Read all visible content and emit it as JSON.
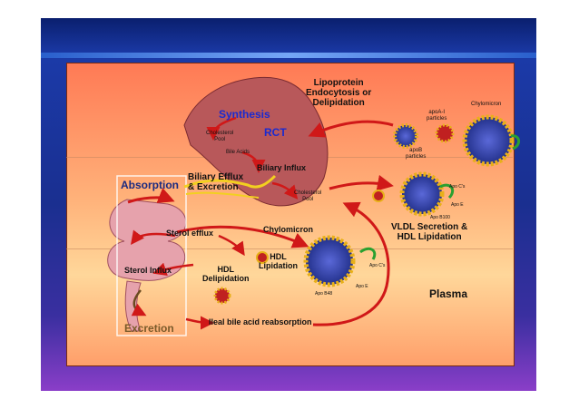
{
  "labels": {
    "lipoprotein": "Lipoprotein\nEndocytosis or\nDelipidation",
    "synthesis": "Synthesis",
    "rct": "RCT",
    "cholesterol_pool_top": "Cholesterol\nPool",
    "bile_acids": "Bile Acids",
    "biliary_influx": "Biliary Influx",
    "biliary_efflux": "Biliary Efflux\n& Excretion",
    "absorption": "Absorption",
    "cholesterol_pool_liver": "Cholesterol\nPool",
    "apoa1": "apoA-I\nparticles",
    "apob": "apoB\nparticles",
    "chylomicron_top": "Chylomicron",
    "apo_cs_1": "Apo C's",
    "apo_e_1": "Apo E",
    "apo_b100": "Apo B100",
    "vldl": "VLDL Secretion &\nHDL Lipidation",
    "sterol_efflux": "Sterol  efflux",
    "chylomicron_mid": "Chylomicron",
    "hdl_lipidation": "HDL\nLipidation",
    "hdl_delipidation": "HDL\nDelipidation",
    "sterol_influx": "Sterol Influx",
    "apo_cs_2": "Apo C's",
    "apo_b48": "Apo B48",
    "apo_e_2": "Apo E",
    "plasma": "Plasma",
    "excretion": "Excretion",
    "ileal": "Ileal bile acid reabsorption"
  },
  "colors": {
    "arrow": "#d01818",
    "liver": "#b8585a",
    "intestine": "#e6a2ac",
    "particle_core": "#3848b8",
    "particle_shell": "#e8b018"
  }
}
